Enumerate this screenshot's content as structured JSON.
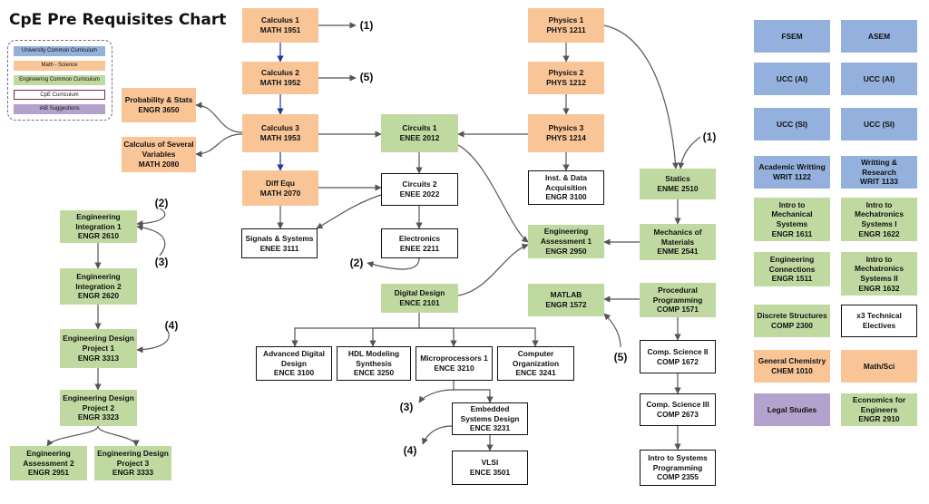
{
  "title": "CpE Pre Requisites Chart",
  "colors": {
    "ucc": "#93b1dc",
    "math": "#f9c597",
    "engineering": "#c0d9a1",
    "iab": "#b3a2cc",
    "line": "#555555",
    "blue_arrow": "#1f3a93"
  },
  "legend": {
    "ucc": "University Common Curriculum",
    "math": "Math - Science",
    "engineering": "Engineering Common Curriculum",
    "cpe": "CpE Curriculum",
    "iab": "IAB Suggestions"
  },
  "nodes": {
    "calc1": "Calculus 1\nMATH 1951",
    "calc2": "Calculus 2\nMATH 1952",
    "calc3": "Calculus 3\nMATH 1953",
    "diffeq": "Diff Equ\nMATH 2070",
    "probstats": "Probability & Stats\nENGR 3650",
    "calcsev": "Calculus of Several\nVariables\nMATH 2080",
    "phys1": "Physics 1\nPHYS 1211",
    "phys2": "Physics 2\nPHYS 1212",
    "phys3": "Physics 3\nPHYS 1214",
    "circ1": "Circuits 1\nENEE 2012",
    "circ2": "Circuits 2\nENEE 2022",
    "signals": "Signals & Systems\nENEE 3111",
    "electronics": "Electronics\nENEE 2211",
    "instdata": "Inst. & Data\nAcquisition\nENGR 3100",
    "statics": "Statics\nENME 2510",
    "mechmat": "Mechanics of\nMaterials\nENME 2541",
    "engassess1": "Engineering\nAssessment 1\nENGR 2950",
    "matlab": "MATLAB\nENGR 1572",
    "procprog": "Procedural\nProgramming\nCOMP 1571",
    "digdesign": "Digital Design\nENCE 2101",
    "advdig": "Advanced Digital\nDesign\nENCE 3100",
    "hdl": "HDL Modeling\nSynthesis\nENCE 3250",
    "micro1": "Microprocessors 1\nENCE 3210",
    "comporg": "Computer\nOrganization\nENCE 3241",
    "embedded": "Embedded\nSystems Design\nENCE 3231",
    "vlsi": "VLSI\nENCE 3501",
    "cs2": "Comp. Science II\nCOMP 1672",
    "cs3": "Comp. Science III\nCOMP 2673",
    "introsys": "Intro to Systems\nProgramming\nCOMP 2355",
    "engint1": "Engineering\nIntegration 1\nENGR 2610",
    "engint2": "Engineering\nIntegration 2\nENGR 2620",
    "designproj1": "Engineering Design\nProject 1\nENGR 3313",
    "designproj2": "Engineering Design\nProject 2\nENGR 3323",
    "engassess2": "Engineering\nAssessment 2\nENGR 2951",
    "designproj3": "Engineering Design\nProject 3\nENGR 3333",
    "fsem": "FSEM",
    "asem": "ASEM",
    "ucc_ai_1": "UCC (AI)",
    "ucc_ai_2": "UCC (AI)",
    "ucc_si_1": "UCC (SI)",
    "ucc_si_2": "UCC (SI)",
    "acadwriting": "Academic Writting\nWRIT 1122",
    "writresearch": "Writting &\nResearch\nWRIT 1133",
    "intromechsys": "Intro to\nMechanical\nSystems\nENGR 1611",
    "intromechatronics1": "Intro to\nMechatronics\nSystems I\nENGR 1622",
    "engconnections": "Engineering\nConnections\nENGR 1511",
    "intromechatronics2": "Intro to\nMechatronics\nSystems II\nENGR 1632",
    "discrete": "Discrete Structures\nCOMP 2300",
    "techelectives": "x3 Technical\nElectives",
    "genchem": "General Chemistry\nCHEM 1010",
    "mathsci": "Math/Sci",
    "legal": "Legal Studies",
    "econ": "Economics for\nEngineers\nENGR 2910"
  },
  "notes": {
    "n1a": "(1)",
    "n5a": "(5)",
    "n1b": "(1)",
    "n2a": "(2)",
    "n3a": "(3)",
    "n2b": "(2)",
    "n4a": "(4)",
    "n5b": "(5)",
    "n3b": "(3)",
    "n4b": "(4)"
  }
}
